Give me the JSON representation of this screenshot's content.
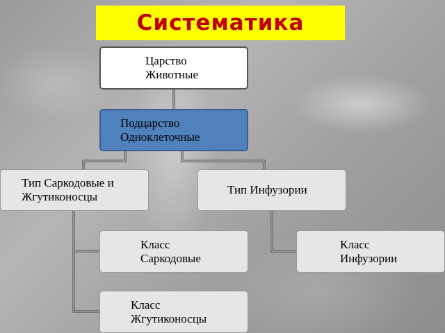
{
  "title": "Систематика",
  "nodes": {
    "kingdom": "Царство\nЖивотные",
    "subkingdom": "Подцарство\nОдноклеточные",
    "phylum_sarcodina": "Тип Саркодовые и\nЖгутиконосцы",
    "phylum_ciliates": "Тип Инфузории",
    "class_sarcodina": "Класс\nСаркодовые",
    "class_ciliates": "Класс\nИнфузории",
    "class_flagellates": "Класс\nЖгутиконосцы"
  },
  "colors": {
    "title_background": "#ffff00",
    "title_text": "#c00000",
    "highlight_node": "#4f81bd",
    "node_fill": "#e6e6e6",
    "connector": "#3c3c3c"
  }
}
